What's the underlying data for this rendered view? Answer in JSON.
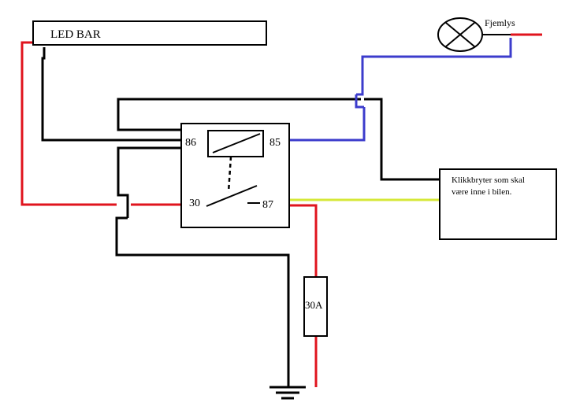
{
  "led_bar": {
    "label": "LED BAR"
  },
  "fog_light": {
    "label": "Fjemlys"
  },
  "relay": {
    "pin_86": "86",
    "pin_85": "85",
    "pin_30": "30",
    "pin_87": "87"
  },
  "fuse": {
    "label": "30A"
  },
  "switch_box": {
    "line1": "Klikkbryter som skal",
    "line2": "være inne i bilen."
  },
  "colors": {
    "black_wire": "#000000",
    "red_wire": "#e0141e",
    "blue_wire": "#3c3ccc",
    "yellow_wire": "#d6e838"
  }
}
